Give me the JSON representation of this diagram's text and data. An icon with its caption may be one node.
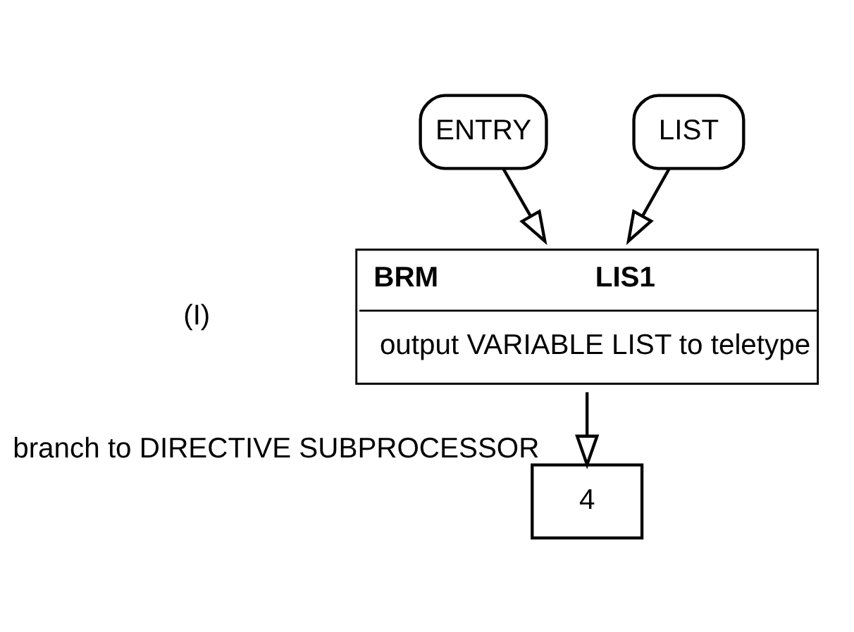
{
  "diagram": {
    "nodes": [
      {
        "text": [
          "ENTRY"
        ]
      },
      {
        "text": [
          "LIST"
        ]
      },
      {
        "text": [
          "BRM",
          "LIS1",
          "output VARIABLE LIST to teletype"
        ]
      },
      {
        "text": [
          "4"
        ],
        "beside": [
          "branch to DIRECTIVE SUBPROCESSOR"
        ]
      }
    ],
    "edges": [
      {
        "from": 0,
        "to": 2,
        "arrow": "to"
      },
      {
        "from": 1,
        "to": 2,
        "arrow": "to"
      },
      {
        "from": 2,
        "to": 3,
        "arrow": "to"
      }
    ],
    "labels": [
      "(I)"
    ]
  }
}
